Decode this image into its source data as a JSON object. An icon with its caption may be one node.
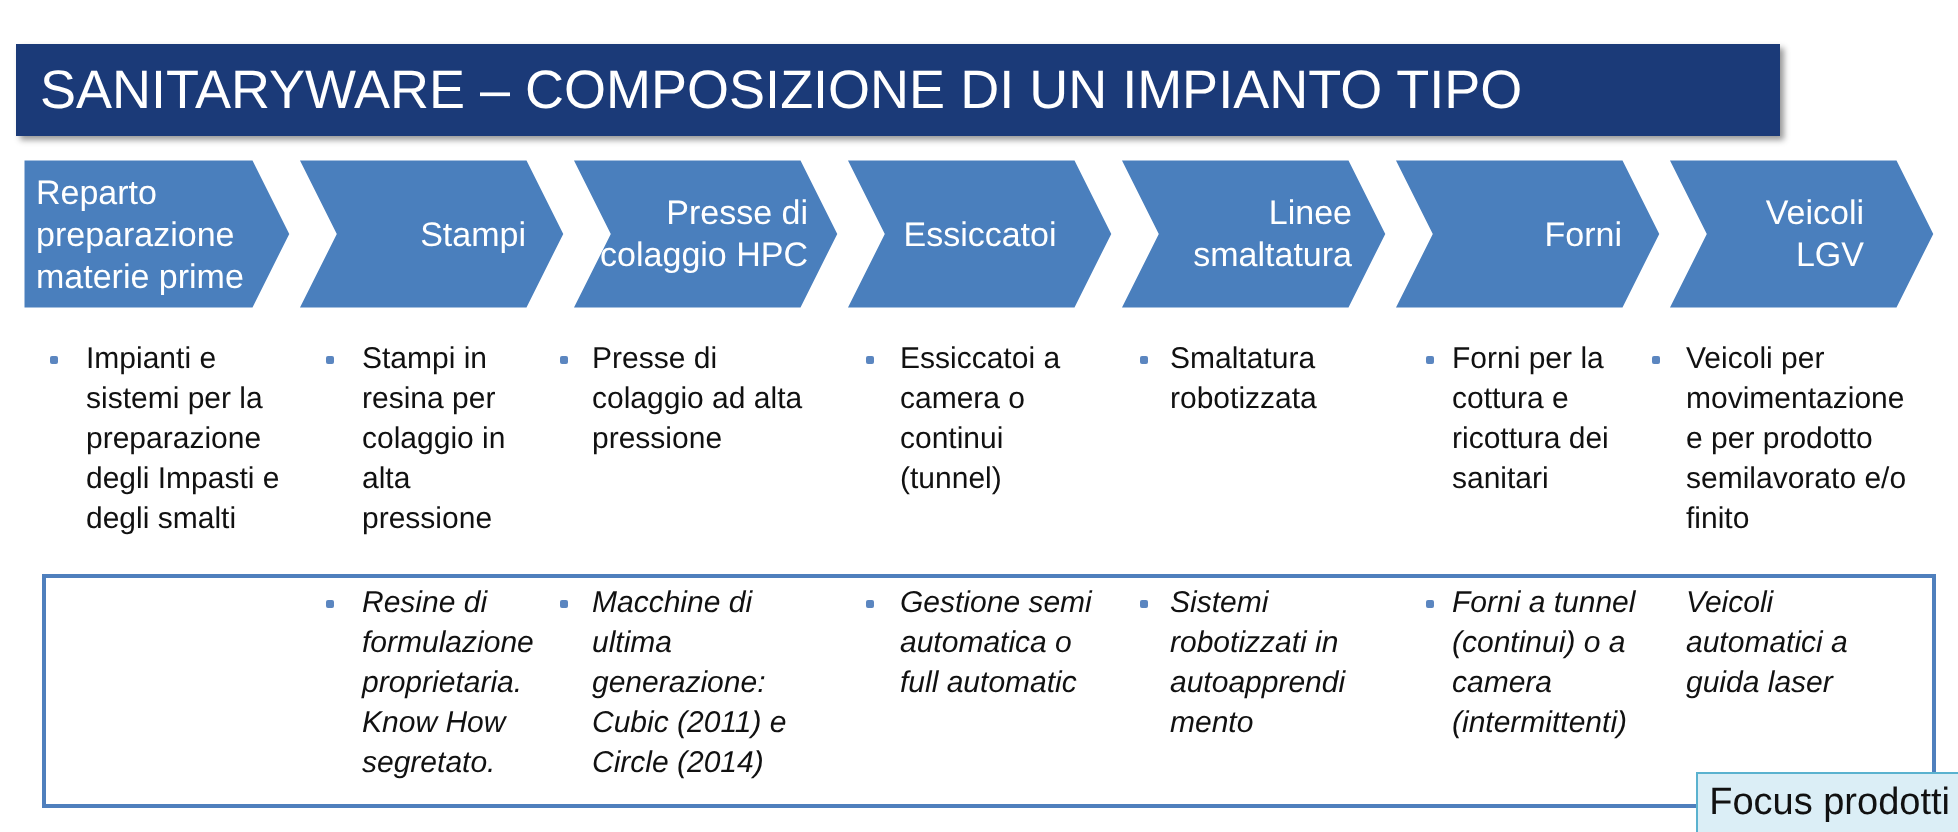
{
  "diagram": {
    "title": "SANITARYWARE – COMPOSIZIONE DI UN IMPIANTO TIPO",
    "nodes": [
      {
        "text": [
          "Reparto preparazione materie prime"
        ]
      },
      {
        "text": [
          "Stampi"
        ]
      },
      {
        "text": [
          "Presse di colaggio HPC"
        ]
      },
      {
        "text": [
          "Essiccatoi"
        ]
      },
      {
        "text": [
          "Linee smaltatura"
        ]
      },
      {
        "text": [
          "Forni"
        ]
      },
      {
        "text": [
          "Veicoli LGV"
        ]
      },
      {
        "text": [
          "Focus prodotti"
        ]
      }
    ],
    "labels": [
      "Impianti e sistemi per la preparazione degli Impasti e degli smalti",
      "Stampi in resina per colaggio in alta pressione",
      "Presse di colaggio ad alta pressione",
      "Essiccatoi a camera o continui (tunnel)",
      "Smaltatura robotizzata",
      "Forni per la cottura e ricottura dei sanitari",
      "Veicoli per movimentazione e per prodotto semilavorato e/o finito",
      "Resine di formulazione proprietaria. Know How segretato.",
      "Macchine di ultima generazione: Cubic (2011) e Circle (2014)",
      "Gestione semi automatica o full automatic",
      "Sistemi robotizzati in autoapprendi mento",
      "Forni a tunnel (continui) o a camera (intermittenti)",
      "Veicoli automatici  a guida laser"
    ]
  }
}
